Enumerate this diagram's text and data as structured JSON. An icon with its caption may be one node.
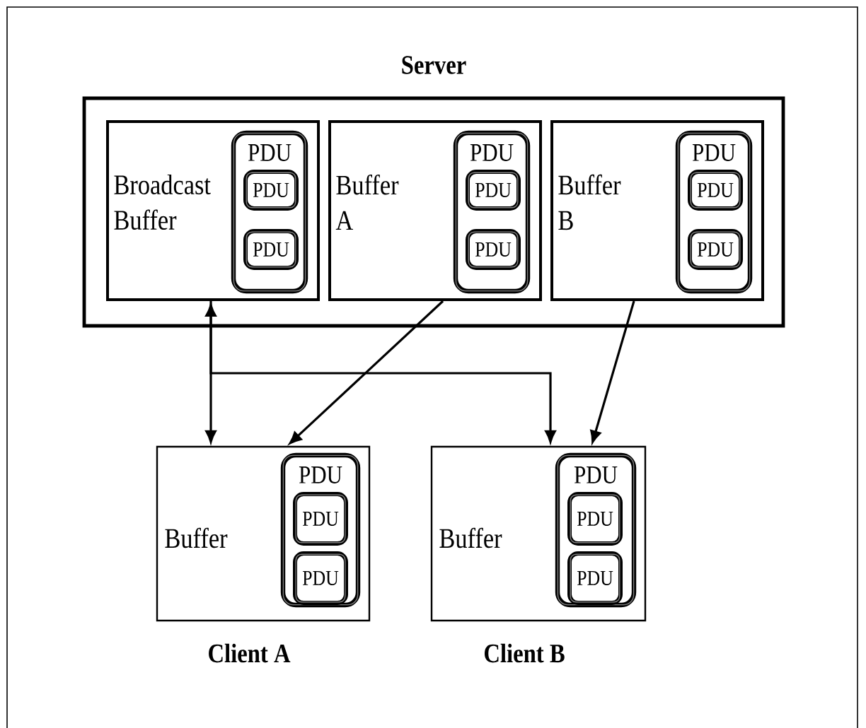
{
  "diagram": {
    "nodes": [
      {
        "text": [
          "Server"
        ]
      },
      {
        "text": [
          "Broadcast Buffer"
        ],
        "in": 0
      },
      {
        "text": [
          "PDU"
        ],
        "in": 1
      },
      {
        "text": [
          "PDU"
        ],
        "in": 2
      },
      {
        "text": [
          "PDU"
        ],
        "in": 2
      },
      {
        "text": [
          "Buffer A"
        ],
        "in": 0
      },
      {
        "text": [
          "PDU"
        ],
        "in": 5
      },
      {
        "text": [
          "PDU"
        ],
        "in": 6
      },
      {
        "text": [
          "PDU"
        ],
        "in": 6
      },
      {
        "text": [
          "Buffer B"
        ],
        "in": 0
      },
      {
        "text": [
          "PDU"
        ],
        "in": 9
      },
      {
        "text": [
          "PDU"
        ],
        "in": 10
      },
      {
        "text": [
          "PDU"
        ],
        "in": 10
      },
      {
        "text": [
          "Buffer"
        ],
        "beside": [
          "Client A"
        ]
      },
      {
        "text": [
          "PDU"
        ],
        "in": 13
      },
      {
        "text": [
          "PDU"
        ],
        "in": 14
      },
      {
        "text": [
          "PDU"
        ],
        "in": 14
      },
      {
        "text": [
          "Buffer"
        ],
        "beside": [
          "Client B"
        ]
      },
      {
        "text": [
          "PDU"
        ],
        "in": 17
      },
      {
        "text": [
          "PDU"
        ],
        "in": 18
      },
      {
        "text": [
          "PDU"
        ],
        "in": 18
      }
    ],
    "edges": [
      {
        "from": 1,
        "to": 13,
        "arrow": "both"
      },
      {
        "from": 1,
        "to": 17,
        "arrow": "to"
      },
      {
        "from": 5,
        "to": 13,
        "arrow": "to"
      },
      {
        "from": 9,
        "to": 17,
        "arrow": "to"
      }
    ]
  }
}
